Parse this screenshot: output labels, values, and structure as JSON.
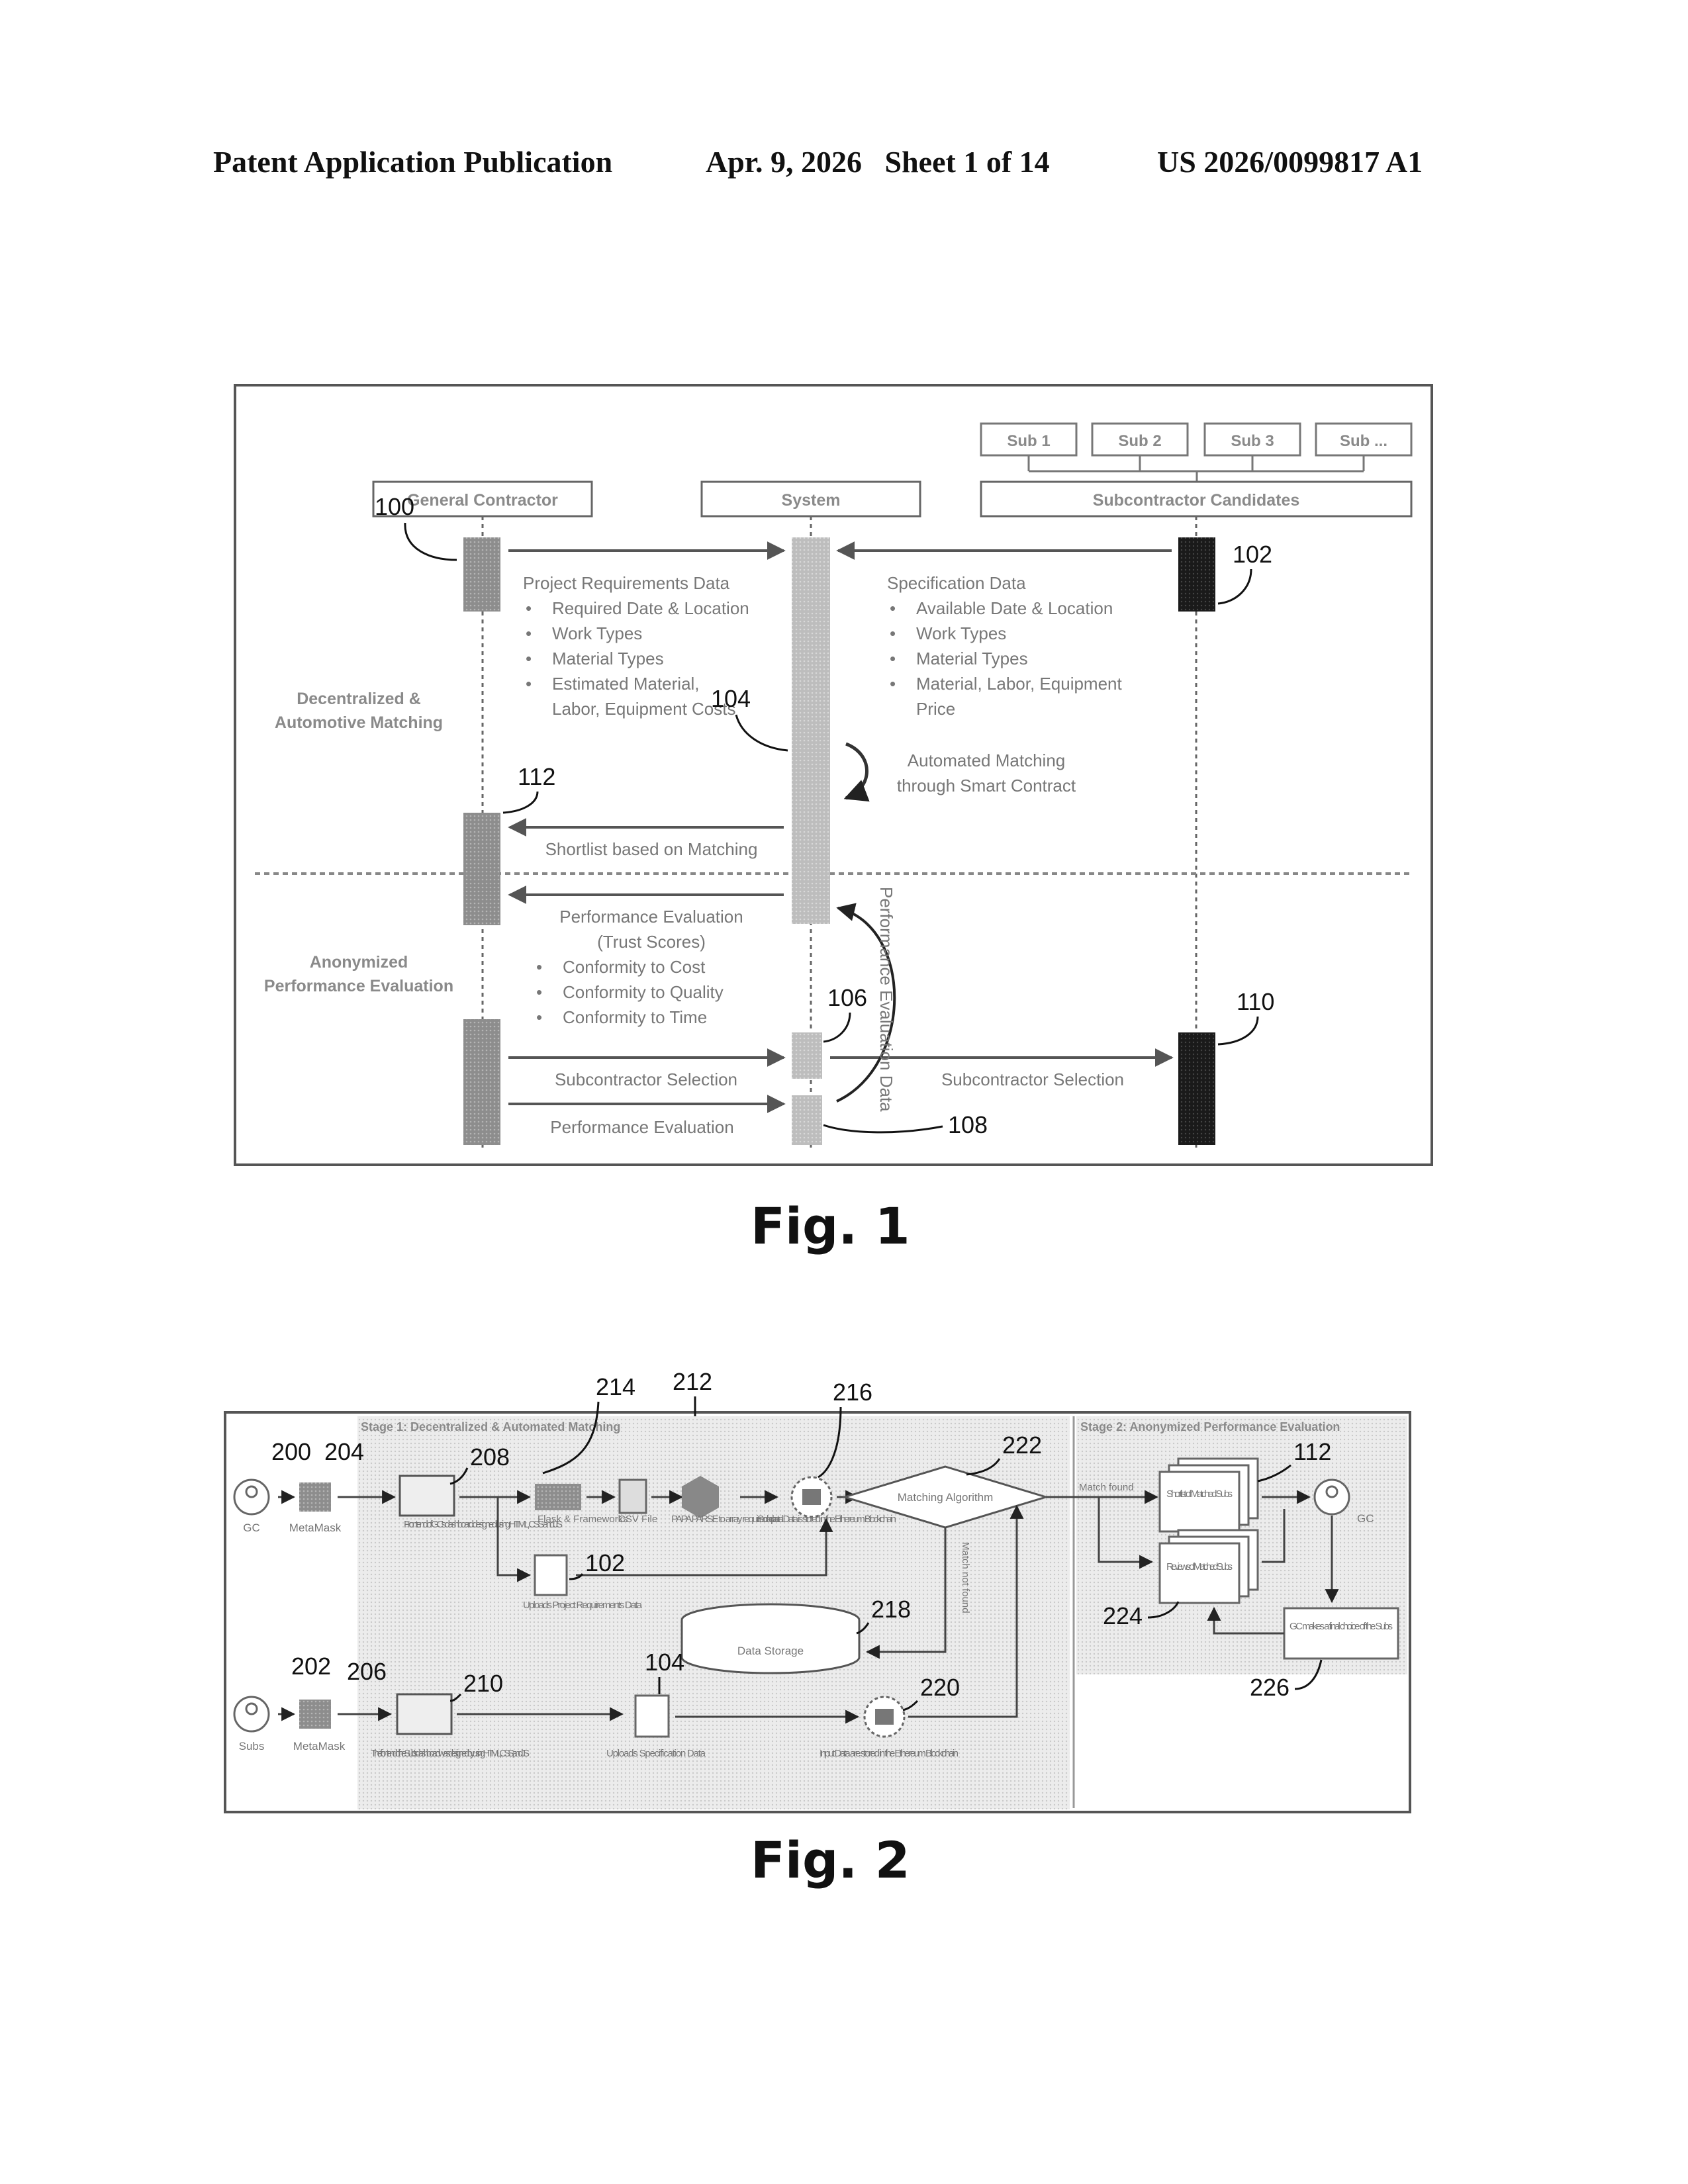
{
  "header": {
    "publication_type": "Patent Application Publication",
    "date_sheet": "Apr. 9, 2026   Sheet 1 of 14",
    "pub_number": "US 2026/0099817 A1"
  },
  "fig1": {
    "caption": "Fig. 1",
    "subs": [
      "Sub 1",
      "Sub 2",
      "Sub 3",
      "Sub ..."
    ],
    "lanes": {
      "gc": "General Contractor",
      "system": "System",
      "candidates": "Subcontractor Candidates"
    },
    "phases": {
      "phase1_line1": "Decentralized &",
      "phase1_line2": "Automotive Matching",
      "phase2_line1": "Anonymized",
      "phase2_line2": "Performance Evaluation"
    },
    "project_req": {
      "title": "Project Requirements Data",
      "items": [
        "Required Date & Location",
        "Work Types",
        "Material Types",
        "Estimated Material,"
      ],
      "item_cont": "Labor, Equipment Costs"
    },
    "spec_data": {
      "title": "Specification Data",
      "items": [
        "Available Date & Location",
        "Work Types",
        "Material Types",
        "Material, Labor, Equipment"
      ],
      "item_cont": "Price"
    },
    "matching_line1": "Automated Matching",
    "matching_line2": "through Smart Contract",
    "shortlist": "Shortlist based on Matching",
    "perf_eval": {
      "title": "Performance Evaluation",
      "subtitle": "(Trust Scores)",
      "items": [
        "Conformity to Cost",
        "Conformity to Quality",
        "Conformity to Time"
      ]
    },
    "sub_selection_left": "Subcontractor Selection",
    "sub_selection_right": "Subcontractor Selection",
    "perf_eval_bottom": "Performance Evaluation",
    "vertical_label": "Performance Evaluation Data",
    "refs": {
      "r100": "100",
      "r102": "102",
      "r104": "104",
      "r106": "106",
      "r108": "108",
      "r110": "110",
      "r112": "112"
    }
  },
  "fig2": {
    "caption": "Fig. 2",
    "stage1": "Stage 1: Decentralized & Automated Matching",
    "stage2": "Stage 2: Anonymized Performance Evaluation",
    "gc": "GC",
    "subs": "Subs",
    "metamask_top": "MetaMask",
    "metamask_bottom": "MetaMask",
    "frontend_gc": "Frontend of GC's dashboard designed using HTML, CSS and JS",
    "frontend_subs": "The frontend of the Sub's dashboard was designed by using HTML, CSS, and JS",
    "flask": "Flask & Frameworks",
    "csv": "CSV File",
    "papa": "PAPA PARSE to array required data",
    "scraped": "Scraped Data is stored in the Ethereum Blockchain",
    "matching_algorithm": "Matching Algorithm",
    "match_found": "Match found",
    "match_not_found": "Match not found",
    "upload_project": "Uploads Project Requirements Data",
    "upload_spec": "Uploads Specification Data",
    "data_storage": "Data Storage",
    "input_stored": "Input Data are stored in the Ethereum Blockchain",
    "shortlist": "Shortlist of Matched Subs",
    "reviews": "Reviews of Matched Subs",
    "gc_final": "GC makes a final choice of the Subs",
    "gc_right": "GC",
    "refs": {
      "r200": "200",
      "r204": "204",
      "r208": "208",
      "r214": "214",
      "r212": "212",
      "r216": "216",
      "r222": "222",
      "r112": "112",
      "r102": "102",
      "r218": "218",
      "r224": "224",
      "r226": "226",
      "r202": "202",
      "r206": "206",
      "r210": "210",
      "r104": "104",
      "r220": "220"
    }
  }
}
